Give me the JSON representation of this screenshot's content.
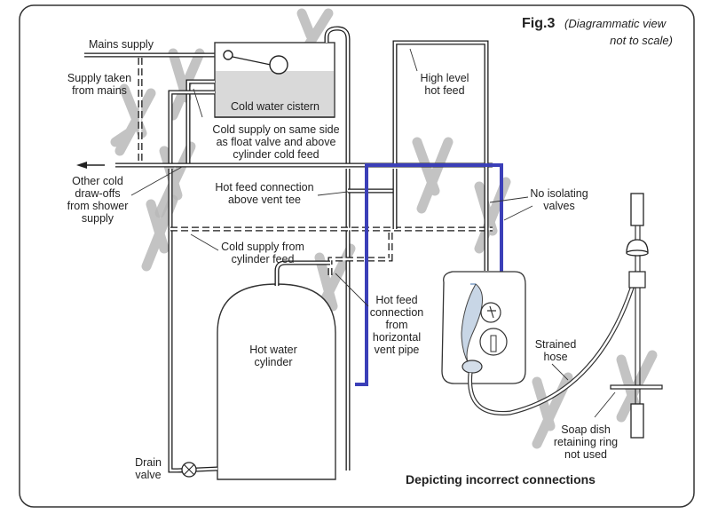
{
  "figure": {
    "title": "Fig.3",
    "subtitle_line1": "(Diagrammatic view",
    "subtitle_line2": "not to scale)",
    "caption": "Depicting incorrect connections"
  },
  "colors": {
    "incorrect_pipe": "#3b3fb8",
    "cross_mark": "#b8b8b8",
    "cistern_water": "#d9d9d9",
    "line": "#1a1a1a"
  },
  "labels": {
    "mains_supply": "Mains supply",
    "supply_taken": [
      "Supply taken",
      "from mains"
    ],
    "cold_water_cistern": "Cold water cistern",
    "cold_supply_same_side": [
      "Cold supply on same side",
      "as float valve and above",
      "cylinder cold feed"
    ],
    "other_cold_drawoffs": [
      "Other cold",
      "draw-offs",
      "from shower",
      "supply"
    ],
    "hot_feed_above_vent": [
      "Hot feed connection",
      "above vent tee"
    ],
    "cold_supply_cylinder_feed": [
      "Cold supply from",
      "cylinder feed"
    ],
    "hot_water_cylinder": [
      "Hot water",
      "cylinder"
    ],
    "hot_feed_horizontal_vent": [
      "Hot feed",
      "connection",
      "from",
      "horizontal",
      "vent pipe"
    ],
    "high_level_hot_feed": [
      "High level",
      "hot feed"
    ],
    "no_isolating_valves": [
      "No isolating",
      "valves"
    ],
    "strained_hose": [
      "Strained",
      "hose"
    ],
    "soap_dish": [
      "Soap dish",
      "retaining ring",
      "not used"
    ],
    "drain_valve": [
      "Drain",
      "valve"
    ]
  },
  "icons": {
    "cross_marks": "cross-mark-icon",
    "drain_valve": "valve-icon",
    "float_valve": "float-valve-icon",
    "shower_unit": "electric-shower-icon",
    "shower_head": "shower-head-icon",
    "flow_arrow": "arrow-left-icon"
  }
}
